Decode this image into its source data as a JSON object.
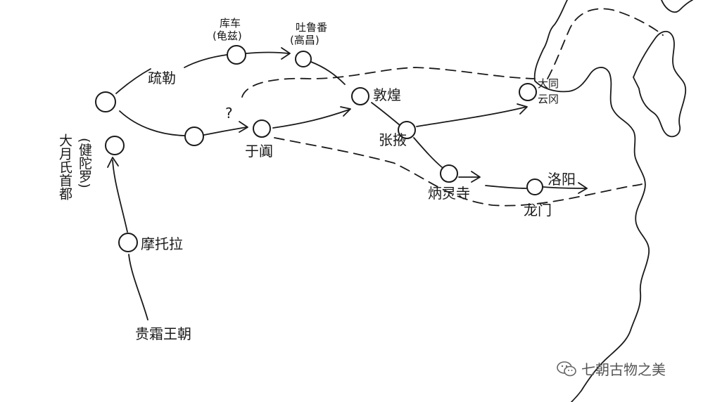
{
  "places": {
    "guishuang": "贵霜王朝",
    "motuola": "摩托拉",
    "dayuezhi_line1": "大月氏首都",
    "dayuezhi_line2": "(健陀罗)",
    "shule": "疏勒",
    "kuche_line1": "库车",
    "kuche_line2": "(龟兹)",
    "tulufan_line1": "吐鲁番",
    "tulufan_line2": "(高昌)",
    "question_mark": "?",
    "yutian": "于阗",
    "dunhuang": "敦煌",
    "zhangye": "张掖",
    "binglingsi": "炳灵寺",
    "datong_line1": "大同",
    "datong_line2": "云冈",
    "luoyang": "洛阳",
    "longmen": "龙门"
  },
  "watermark": {
    "text": "七朝古物之美",
    "icon": "wechat-icon"
  },
  "colors": {
    "ink": "#1a1a1a",
    "watermark": "#555555"
  }
}
